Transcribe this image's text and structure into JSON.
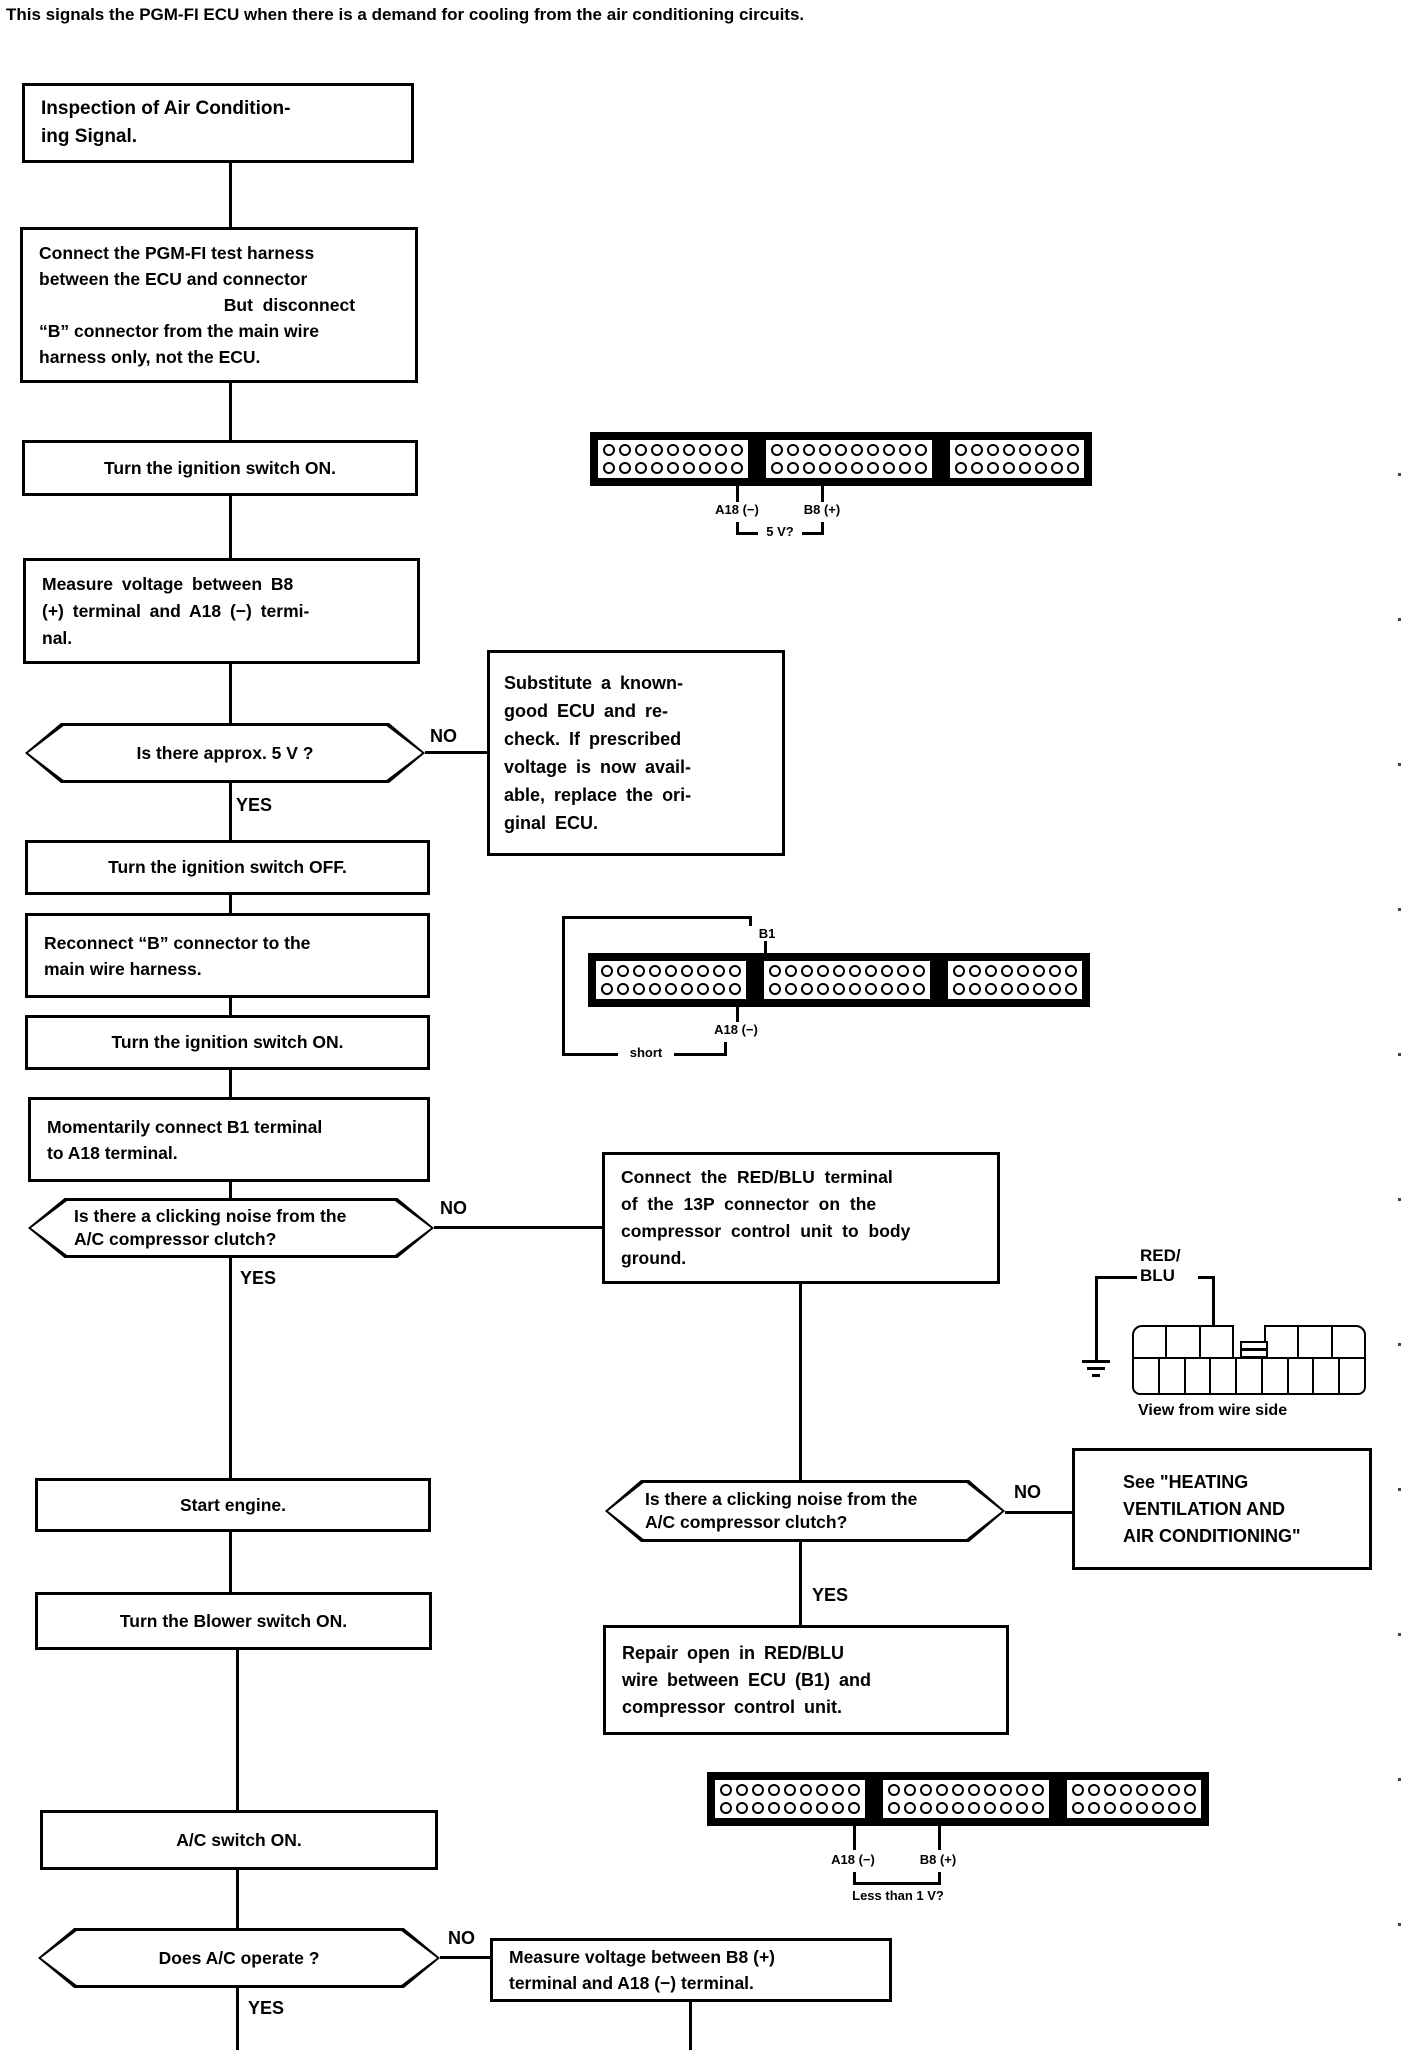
{
  "intro": "This signals the PGM-FI ECU when there is a demand for cooling from the air conditioning circuits.",
  "labels": {
    "yes": "YES",
    "no": "NO"
  },
  "nodes": {
    "inspection": "Inspection of Air Condition-\ning Signal.",
    "connect_harness": "Connect the PGM-FI test harness\nbetween the ECU and connector\n                                      But  disconnect\n“B” connector from the main wire\nharness only, not the ECU.",
    "ignition_on_1": "Turn the ignition switch ON.",
    "measure_voltage_1": "Measure voltage between B8\n(+) terminal and A18 (−) termi-\nnal.",
    "substitute_ecu": "Substitute a known-\ngood ECU and re-\ncheck. If prescribed\nvoltage is now avail-\nable, replace the ori-\nginal ECU.",
    "ignition_off": "Turn the ignition switch OFF.",
    "reconnect_b": "Reconnect “B” connector to the\nmain wire harness.",
    "ignition_on_2": "Turn the ignition switch ON.",
    "momentary": "Momentarily connect B1 terminal\nto A18 terminal.",
    "connect_redblu": "Connect the RED/BLU terminal\nof the 13P connector on the\ncompressor control unit to body\nground.",
    "start_engine": "Start engine.",
    "see_heating": "See \"HEATING\nVENTILATION AND\nAIR CONDITIONING\"",
    "blower_on": "Turn the Blower switch ON.",
    "repair_open": "Repair open in RED/BLU\nwire between ECU (B1) and\ncompressor control unit.",
    "ac_on": "A/C switch ON.",
    "measure_voltage_2": "Measure voltage between B8 (+)\nterminal and A18 (−) terminal."
  },
  "decisions": {
    "approx_5v": "Is there approx. 5 V ?",
    "clicking_1": "Is there a clicking noise from the\nA/C compressor clutch?",
    "clicking_2": "Is there a clicking noise from the\nA/C compressor clutch?",
    "ac_operate": "Does A/C operate ?"
  },
  "connector": {
    "blocks": [
      9,
      10,
      8
    ],
    "rows": 2,
    "labels": {
      "a18": "A18 (−)",
      "b8": "B8 (+)",
      "b1": "B1",
      "five_v": "5 V?",
      "short": "short",
      "less_than": "Less than 1 V?"
    }
  },
  "unit13p": {
    "redblu": "RED/\nBLU",
    "view": "View from wire side"
  }
}
